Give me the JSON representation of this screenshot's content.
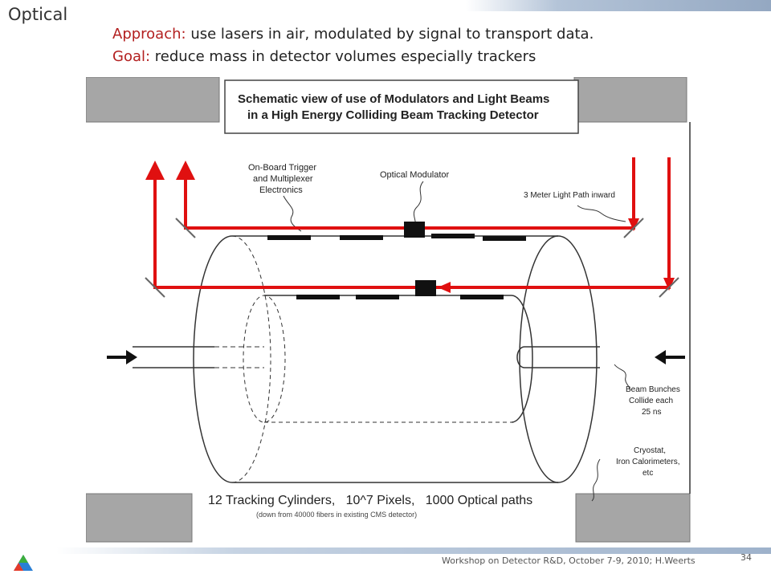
{
  "slide": {
    "title": "Optical",
    "bullets": [
      {
        "key": "Approach:",
        "text": " use lasers in air, modulated by signal to transport data."
      },
      {
        "key": "Goal:",
        "text": "  reduce mass in detector volumes especially trackers"
      }
    ]
  },
  "diagram": {
    "caption_line1": "Schematic view of use of Modulators and Light Beams",
    "caption_line2": "in a High Energy Colliding Beam Tracking Detector",
    "label_trigger": [
      "On-Board Trigger",
      "and Multiplexer",
      "Electronics"
    ],
    "label_modulator": "Optical Modulator",
    "label_light_path": "3 Meter Light Path inward",
    "label_beam": [
      "Beam Bunches",
      "Collide each",
      "25 ns"
    ],
    "label_cryostat": [
      "Cryostat,",
      "Iron Calorimeters,",
      "etc"
    ],
    "bottom_caption": "12 Tracking Cylinders,   10^7 Pixels,   1000 Optical paths",
    "bottom_subcaption": "(down from 40000 fibers in existing CMS detector)"
  },
  "footer": {
    "text": "Workshop on Detector R&D, October 7-9, 2010;   H.Weerts",
    "page_number": "34"
  },
  "colors": {
    "beam_red": "#e01010",
    "key_red": "#b32020",
    "block_gray": "#a6a6a6"
  }
}
